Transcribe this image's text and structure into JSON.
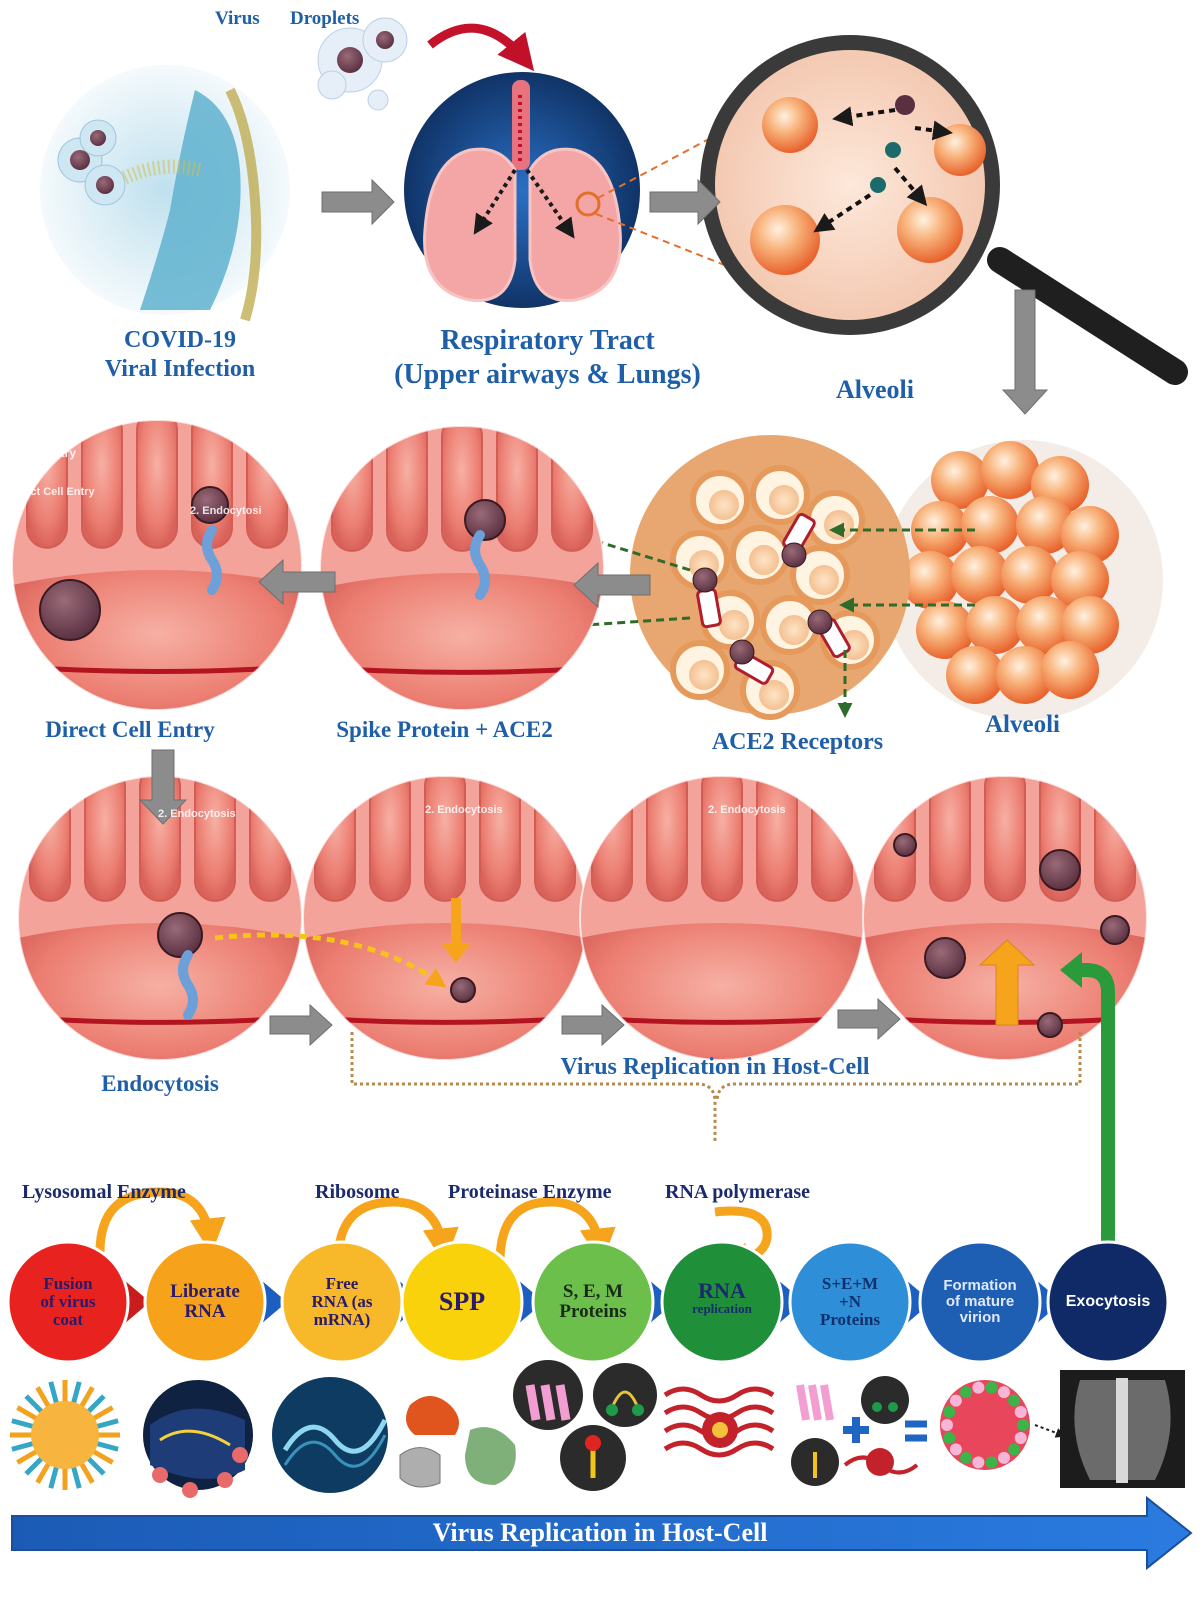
{
  "top_row": {
    "droplets_label_virus": "Virus",
    "droplets_label_droplets": "Droplets",
    "infection_label": [
      "COVID-19",
      "Viral Infection"
    ],
    "respiratory_label": [
      "Respiratory Tract",
      "(Upper airways & Lungs)"
    ],
    "alveoli_label": "Alveoli"
  },
  "middle_row": {
    "direct_entry": "Direct Cell Entry",
    "spike_ace2": "Spike Protein + ACE2",
    "ace2_receptors": "ACE2 Receptors",
    "alveoli": "Alveoli",
    "inset_texts": [
      "n of Entry",
      "rect Cell Entry",
      "2. Endocytosi"
    ]
  },
  "third_row": {
    "endocytosis": "Endocytosis",
    "replication": "Virus Replication in Host-Cell",
    "inset_texts": [
      "2. Endocytosis",
      "2. Endocytosis",
      "2. Endocytosis"
    ]
  },
  "enzymes": [
    "Lysosomal Enzyme",
    "Ribosome",
    "Proteinase Enzyme",
    "RNA polymerase"
  ],
  "steps": [
    {
      "lines": [
        "Fusion",
        "of virus",
        "coat"
      ],
      "color": "#e8221e",
      "text_color": "#2a1a6b"
    },
    {
      "lines": [
        "Liberate",
        "RNA"
      ],
      "color": "#f6a21b",
      "text_color": "#2a1a6b"
    },
    {
      "lines": [
        "Free",
        "RNA (as",
        "mRNA)"
      ],
      "color": "#f7b92a",
      "text_color": "#2a1a6b"
    },
    {
      "lines": [
        "SPP"
      ],
      "color": "#f9d20c",
      "text_color": "#2a1a6b"
    },
    {
      "lines": [
        "S, E, M",
        "Proteins"
      ],
      "color": "#6dbf4b",
      "text_color": "#1a2a1a"
    },
    {
      "lines": [
        "RNA",
        "replication"
      ],
      "color": "#1f8f3a",
      "text_color": "#1a2a6c"
    },
    {
      "lines": [
        "S+E+M",
        "+N",
        "Proteins"
      ],
      "color": "#2e8fd8",
      "text_color": "#10306c"
    },
    {
      "lines": [
        "Formation",
        "of mature",
        "virion"
      ],
      "color": "#1e5fb4",
      "text_color": "#dfe8ff"
    },
    {
      "lines": [
        "Exocytosis"
      ],
      "color": "#0f2a66",
      "text_color": "#ffffff"
    }
  ],
  "bottom_arrow_label": "Virus Replication in Host-Cell",
  "colors": {
    "label_blue": "#1f5fa8",
    "tissue": "#ef8a80",
    "arrow_gray": "#8c8c8c",
    "orange_arrow": "#f7a41d",
    "green_arrow": "#2a9a3a",
    "bottom_arrow": "#1f66c2"
  },
  "icons": [
    "virus-icon",
    "lung-icon",
    "magnifier-icon",
    "alveoli-cluster-icon",
    "ace2-receptor-icon",
    "rna-strand-icon",
    "ribosome-icon",
    "xray-icon"
  ]
}
